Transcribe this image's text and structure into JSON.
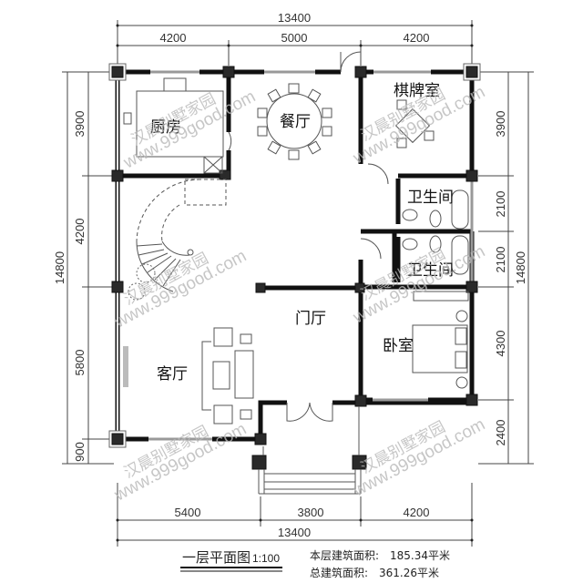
{
  "drawing": {
    "title": "一层平面图",
    "scale": "1:100",
    "floor_area_label": "本层建筑面积:",
    "floor_area_value": "185.34平米",
    "total_area_label": "总建筑面积:",
    "total_area_value": "361.26平米"
  },
  "dimensions": {
    "top_total": "13400",
    "top_segments": [
      "4200",
      "5000",
      "4200"
    ],
    "bottom_total": "13400",
    "bottom_segments": [
      "5400",
      "3800",
      "4200"
    ],
    "left_total": "14800",
    "left_segments": [
      "3900",
      "4200",
      "5800",
      "900"
    ],
    "right_total": "14800",
    "right_segments": [
      "3900",
      "2100",
      "2100",
      "4300",
      "2400"
    ]
  },
  "rooms": {
    "kitchen": "厨房",
    "dining": "餐厅",
    "chess_room": "棋牌室",
    "bathroom_1": "卫生间",
    "bathroom_2": "卫生间",
    "foyer": "门厅",
    "living": "客厅",
    "bedroom": "卧室"
  },
  "watermark": {
    "brand": "汉晨别墅家园",
    "url": "www.999good.com"
  },
  "colors": {
    "wall": "#111111",
    "line": "#444444",
    "watermark": "#b9b9b9"
  }
}
